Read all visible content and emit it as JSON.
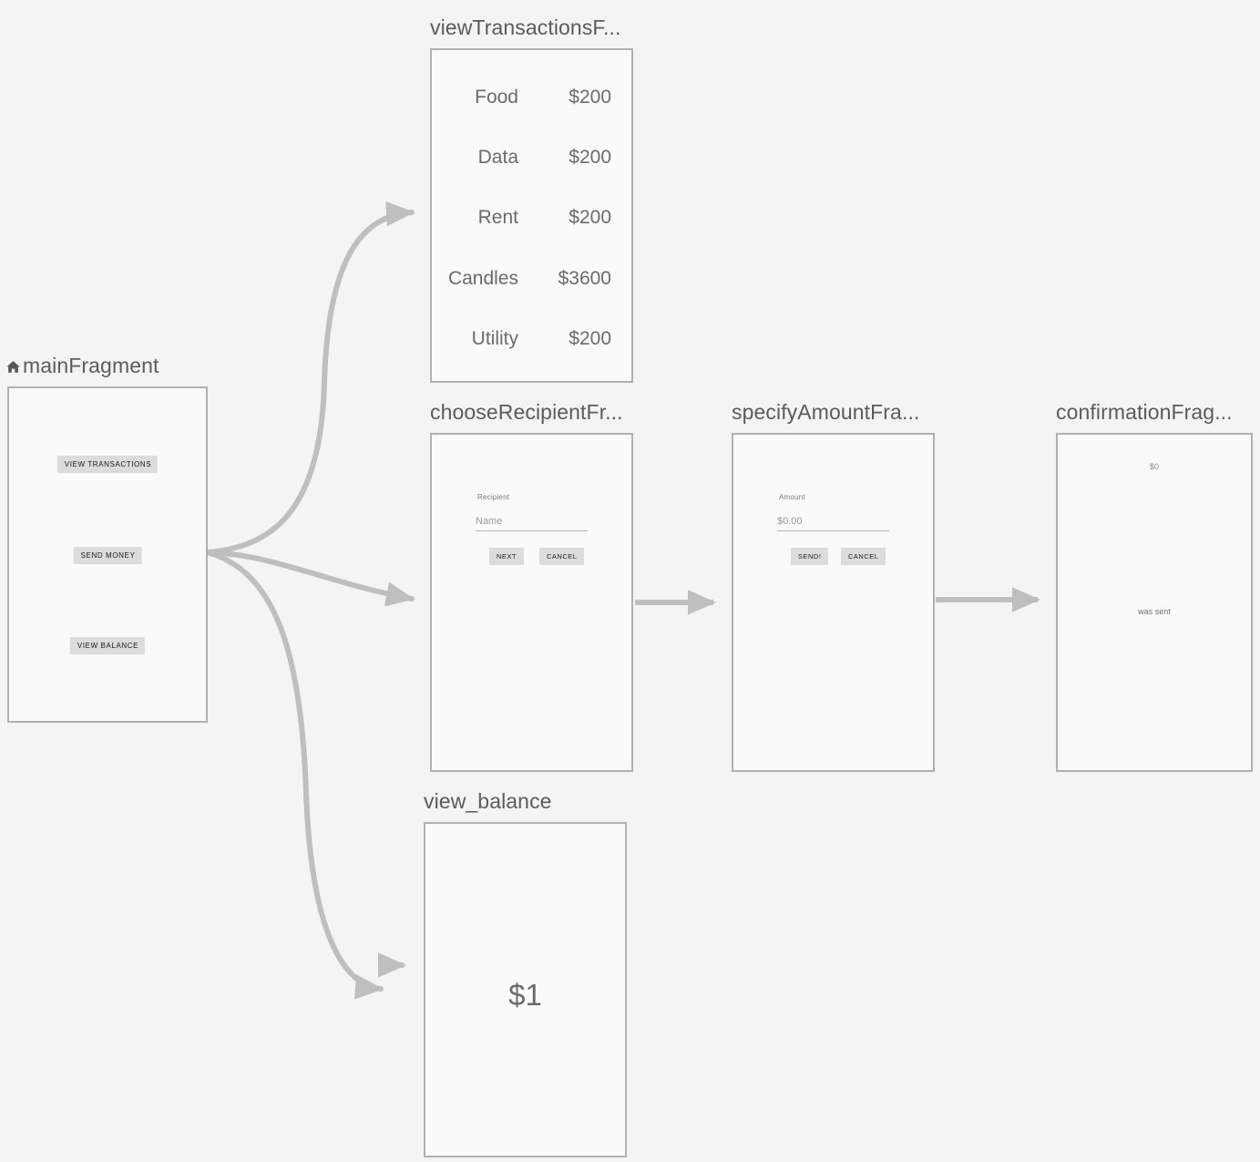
{
  "editor": {
    "background_color": "#f4f4f4",
    "edge_color": "#bfbfbf",
    "frame_border_color": "#b0b0b0",
    "frame_fill_color": "#fafafa",
    "title_color": "#5b5b5b",
    "button_fill_color": "#dcdcdc"
  },
  "nodes": {
    "main": {
      "title": "mainFragment",
      "start_icon": "home-icon",
      "buttons": [
        {
          "label": "VIEW TRANSACTIONS"
        },
        {
          "label": "SEND MONEY"
        },
        {
          "label": "VIEW BALANCE"
        }
      ]
    },
    "view_transactions": {
      "title": "viewTransactionsF...",
      "rows": [
        {
          "name": "Food",
          "amount": "$200"
        },
        {
          "name": "Data",
          "amount": "$200"
        },
        {
          "name": "Rent",
          "amount": "$200"
        },
        {
          "name": "Candles",
          "amount": "$3600"
        },
        {
          "name": "Utility",
          "amount": "$200"
        }
      ]
    },
    "choose_recipient": {
      "title": "chooseRecipientFr...",
      "field_label": "Recipient",
      "field_placeholder": "Name",
      "field_value": "",
      "primary_button": "NEXT",
      "secondary_button": "CANCEL"
    },
    "specify_amount": {
      "title": "specifyAmountFra...",
      "field_label": "Amount",
      "field_placeholder": "$0.00",
      "field_value": "",
      "primary_button": "SEND!",
      "secondary_button": "CANCEL"
    },
    "confirmation": {
      "title": "confirmationFrag...",
      "amount": "$0",
      "message": "was sent"
    },
    "view_balance": {
      "title": "view_balance",
      "amount": "$1"
    }
  },
  "edges": [
    {
      "from": "mainFragment",
      "to": "viewTransactionsFragment"
    },
    {
      "from": "mainFragment",
      "to": "chooseRecipientFragment"
    },
    {
      "from": "mainFragment",
      "to": "view_balance"
    },
    {
      "from": "mainFragment",
      "to": "view_balance"
    },
    {
      "from": "chooseRecipientFragment",
      "to": "specifyAmountFragment"
    },
    {
      "from": "specifyAmountFragment",
      "to": "confirmationFragment"
    }
  ]
}
